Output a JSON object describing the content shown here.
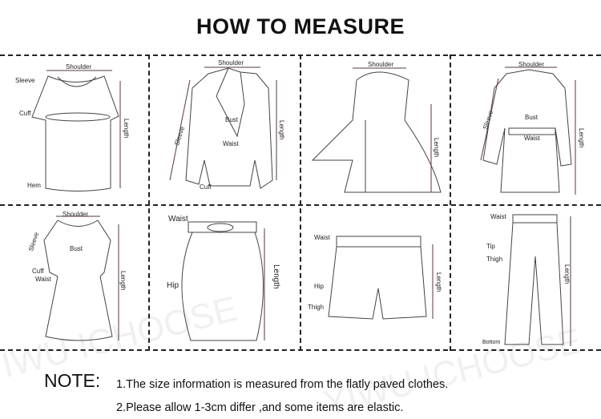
{
  "title": "HOW TO MEASURE",
  "panels": [
    {
      "garment": "t-shirt",
      "labels": {
        "shoulder": "Shoulder",
        "sleeve": "Sleeve",
        "cuff": "Cuff",
        "hem": "Hem",
        "length": "Length"
      }
    },
    {
      "garment": "blazer",
      "labels": {
        "shoulder": "Shoulder",
        "sleeve": "Sleeve",
        "bust": "Bust",
        "waist": "Waist",
        "cuff": "Cuff",
        "length": "Length"
      }
    },
    {
      "garment": "hooded-cape",
      "labels": {
        "shoulder": "Shoulder",
        "length": "Length"
      }
    },
    {
      "garment": "coat",
      "labels": {
        "shoulder": "Shoulder",
        "sleeve": "Sleeve",
        "bust": "Bust",
        "waist": "Waist",
        "length": "Length"
      }
    },
    {
      "garment": "dress",
      "labels": {
        "shoulder": "Shoulder",
        "sleeve": "Sleeve",
        "bust": "Bust",
        "cuff": "Cuff",
        "waist": "Waist",
        "length": "Length"
      }
    },
    {
      "garment": "skirt",
      "labels": {
        "waist": "Waist",
        "hip": "Hip",
        "length": "Length"
      }
    },
    {
      "garment": "shorts",
      "labels": {
        "waist": "Waist",
        "hip": "Hip",
        "thigh": "Thigh",
        "length": "Length"
      }
    },
    {
      "garment": "pants",
      "labels": {
        "waist": "Waist",
        "tip": "Tip",
        "thigh": "Thigh",
        "bottom": "Bottom",
        "length": "Length"
      }
    }
  ],
  "note": {
    "heading": "NOTE:",
    "items": [
      "1.The size information is measured from the flatly paved clothes.",
      "2.Please allow 1-3cm differ ,and some items are elastic."
    ]
  },
  "watermark": "YIWU ICHOOSE"
}
